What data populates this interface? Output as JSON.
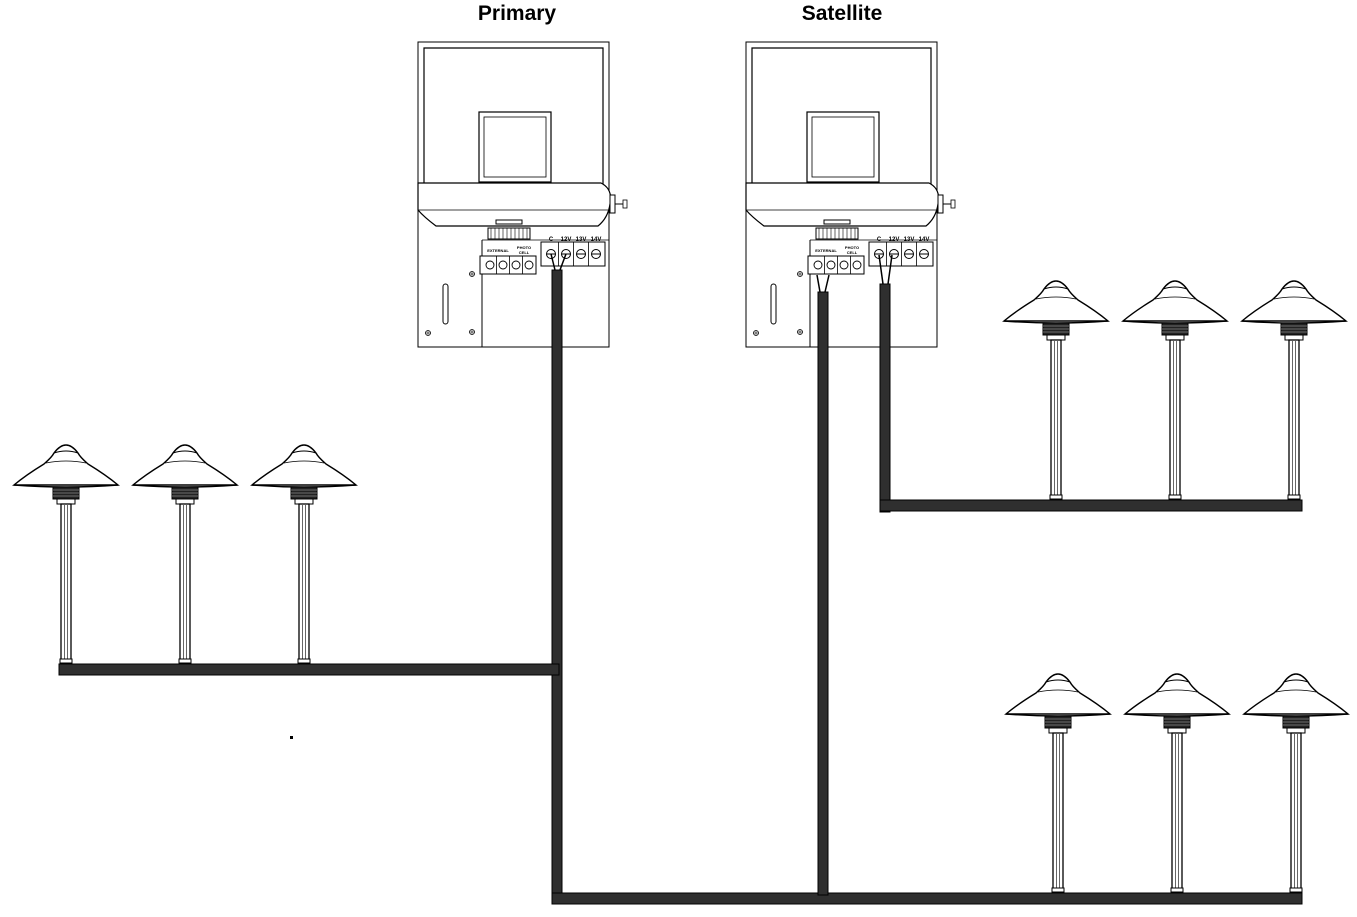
{
  "titles": {
    "primary": "Primary",
    "satellite": "Satellite"
  },
  "terminals": {
    "common": "C",
    "v12": "12V",
    "v13": "13V",
    "v14": "14V",
    "external": "EXTERNAL",
    "photo_line1": "PHOTO",
    "photo_line2": "CELL"
  },
  "colors": {
    "wire": "#2f2f2f",
    "line": "#000000",
    "background": "#ffffff"
  }
}
